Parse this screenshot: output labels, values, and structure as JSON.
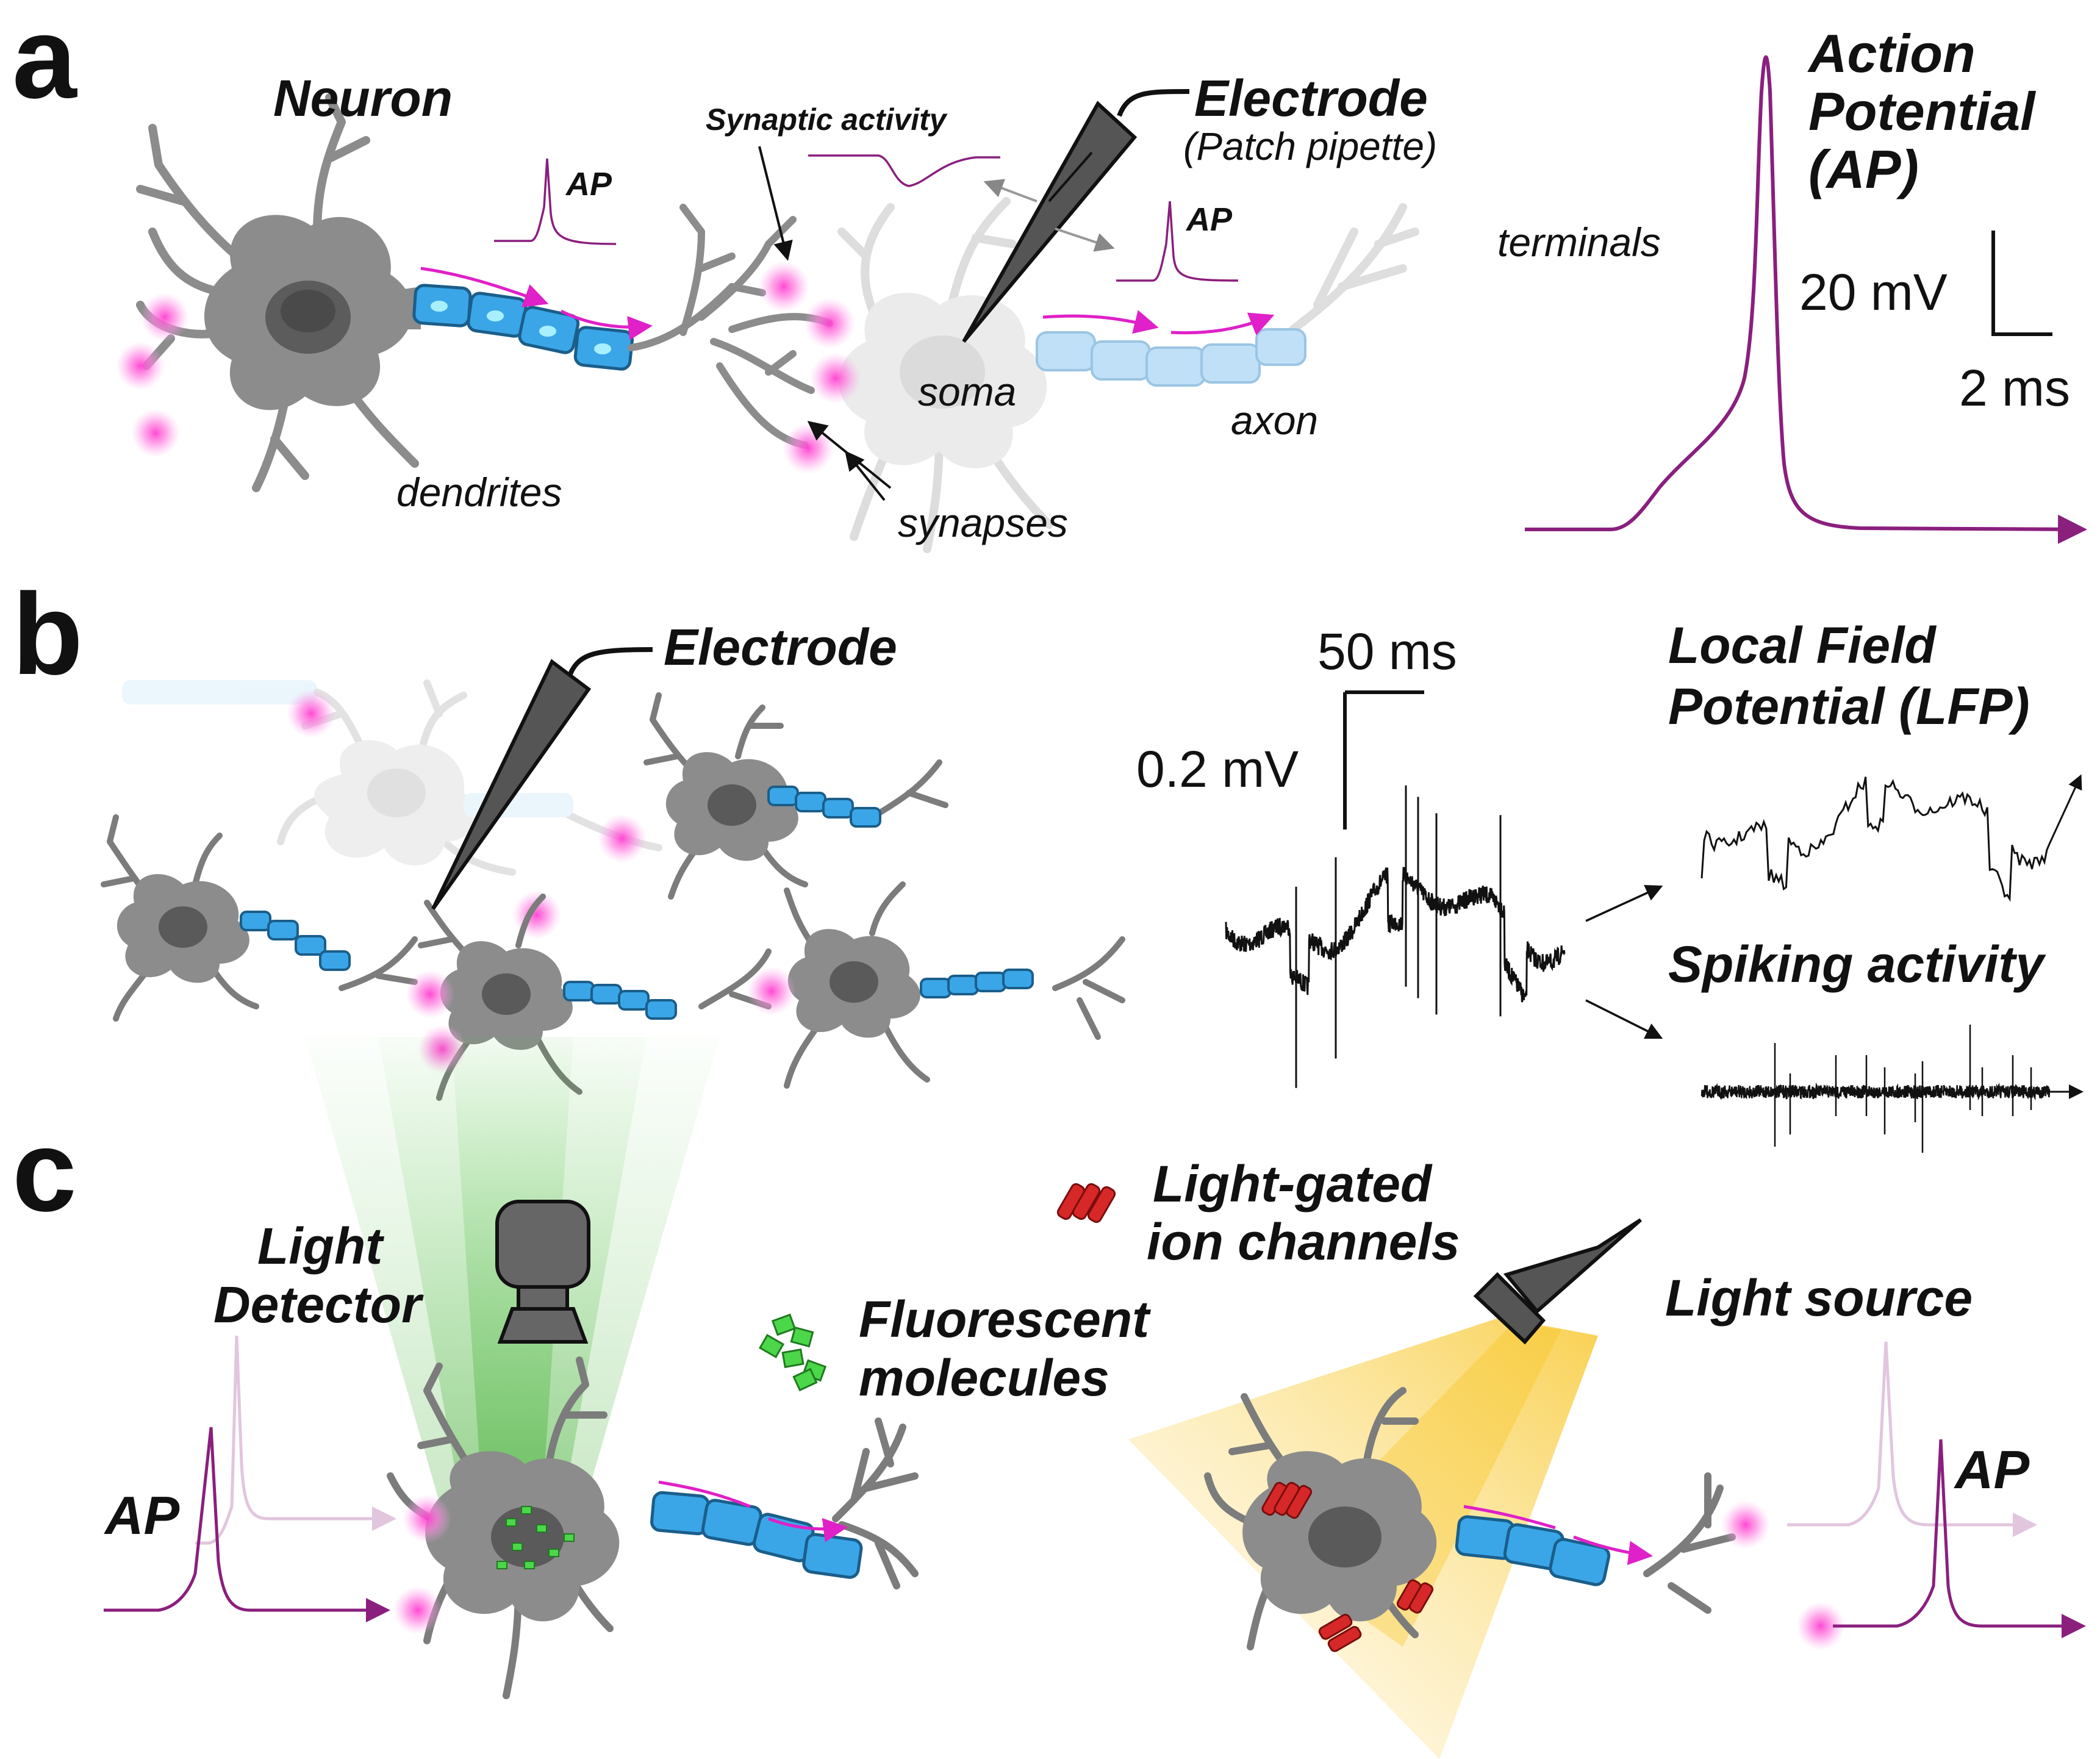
{
  "panel_a": {
    "letter": "a",
    "neuron_title": "Neuron",
    "dendrites": "dendrites",
    "ap_small": "AP",
    "synaptic_activity": "Synaptic activity",
    "electrode": "Electrode",
    "patch_pipette": "(Patch pipette)",
    "ap_small_2": "AP",
    "terminals": "terminals",
    "soma": "soma",
    "axon": "axon",
    "synapses": "synapses",
    "ap_title_1": "Action",
    "ap_title_2": "Potential",
    "ap_title_3": "(AP)",
    "scale_mv": "20 mV",
    "scale_ms": "2 ms"
  },
  "panel_b": {
    "letter": "b",
    "electrode": "Electrode",
    "scale_ms": "50 ms",
    "scale_mv": "0.2 mV",
    "lfp_title_1": "Local Field",
    "lfp_title_2": "Potential (LFP)",
    "spiking_title": "Spiking activity"
  },
  "panel_c": {
    "letter": "c",
    "light_detector_1": "Light",
    "light_detector_2": "Detector",
    "fluorescent_1": "Fluorescent",
    "fluorescent_2": "molecules",
    "light_gated_1": "Light-gated",
    "light_gated_2": "ion channels",
    "light_source": "Light source",
    "ap_left": "AP",
    "ap_right": "AP"
  },
  "colors": {
    "trace": "#8a1f7e",
    "synapse_glow": "#ff4fd8",
    "myelin": "#3aa6e8",
    "neuron": "#8c8c8c",
    "electrode": "#555555",
    "fluorescence": "#3fbf2f",
    "light_beam": "#f5c52a",
    "channel": "#d62828"
  }
}
